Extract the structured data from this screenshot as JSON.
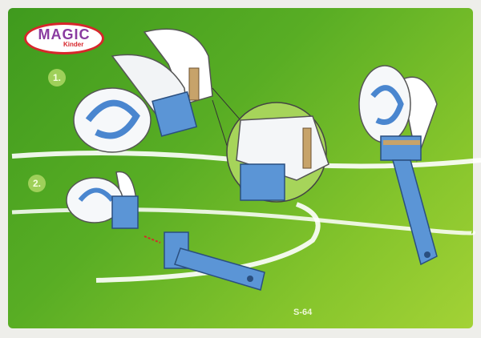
{
  "logo": {
    "brand": "MAGIC",
    "sub": "Kinder"
  },
  "steps": [
    "1.",
    "2."
  ],
  "code": "S-64",
  "colors": {
    "field": "#58ad24",
    "toy_blue": "#5b95d6",
    "lines": "#ffffff",
    "logo_red": "#d7262b"
  }
}
